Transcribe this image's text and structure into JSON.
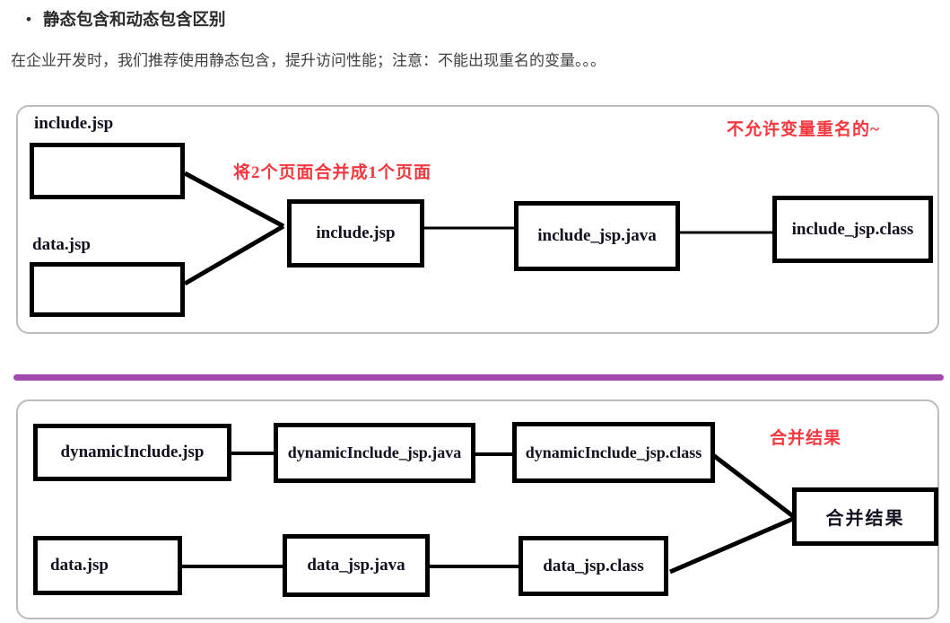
{
  "heading": {
    "bullet": "•",
    "title": "静态包含和动态包含区别"
  },
  "intro": {
    "text": "在企业开发时，我们推荐使用静态包含，提升访问性能；注意：不能出现重名的变量。。。"
  },
  "colors": {
    "annotation_red": "#f5383f",
    "divider_purple": "#a24aad",
    "box_border": "#000000",
    "panel_border": "#bcbcbc"
  },
  "static_include": {
    "source_top_label": "include.jsp",
    "source_bottom_label": "data.jsp",
    "merge_note": "将2个页面合并成1个页面",
    "warning_note": "不允许变量重名的~",
    "merged_page": "include.jsp",
    "java_file": "include_jsp.java",
    "class_file": "include_jsp.class"
  },
  "dynamic_include": {
    "result_note": "合并结果",
    "row1": {
      "jsp": "dynamicInclude.jsp",
      "java": "dynamicInclude_jsp.java",
      "class": "dynamicInclude_jsp.class"
    },
    "row2": {
      "jsp": "data.jsp",
      "java": "data_jsp.java",
      "class": "data_jsp.class"
    },
    "result_box": "合并结果"
  }
}
